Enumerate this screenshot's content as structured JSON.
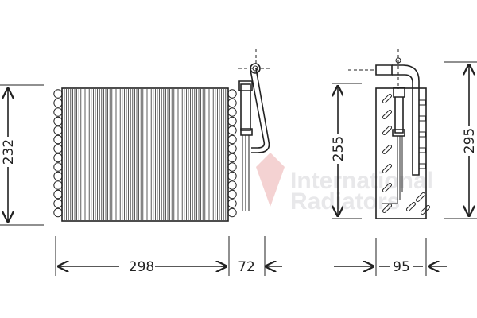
{
  "drawing": {
    "front_view": {
      "height_label": "232",
      "width_label": "298",
      "pipe_offset_label": "72"
    },
    "side_view": {
      "core_height_label": "255",
      "total_height_label": "295",
      "depth_label": "95"
    }
  },
  "watermark": {
    "line1": "International",
    "line2": "Radiators",
    "logo_color": "#f2c6c6"
  },
  "colors": {
    "line": "#222222",
    "background": "#ffffff"
  }
}
